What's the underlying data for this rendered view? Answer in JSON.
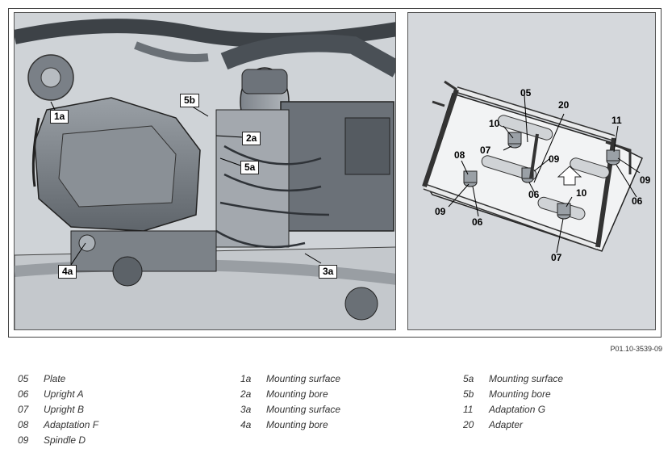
{
  "figure_ref": "P01.10-3539-09",
  "left_callouts": [
    "1a",
    "5b",
    "2a",
    "5a",
    "4a",
    "3a"
  ],
  "right_callouts": [
    "05",
    "20",
    "10",
    "07",
    "08",
    "11",
    "09",
    "06",
    "10",
    "09",
    "06",
    "07",
    "06",
    "09"
  ],
  "legend": {
    "col1": [
      {
        "code": "05",
        "text": "Plate"
      },
      {
        "code": "06",
        "text": "Upright A"
      },
      {
        "code": "07",
        "text": "Upright B"
      },
      {
        "code": "08",
        "text": "Adaptation F"
      },
      {
        "code": "09",
        "text": "Spindle D"
      }
    ],
    "col2": [
      {
        "code": "1a",
        "text": "Mounting surface"
      },
      {
        "code": "2a",
        "text": "Mounting bore"
      },
      {
        "code": "3a",
        "text": "Mounting surface"
      },
      {
        "code": "4a",
        "text": "Mounting bore"
      }
    ],
    "col3": [
      {
        "code": "5a",
        "text": "Mounting surface"
      },
      {
        "code": "5b",
        "text": "Mounting bore"
      },
      {
        "code": "11",
        "text": "Adaptation G"
      },
      {
        "code": "20",
        "text": "Adapter"
      }
    ]
  }
}
